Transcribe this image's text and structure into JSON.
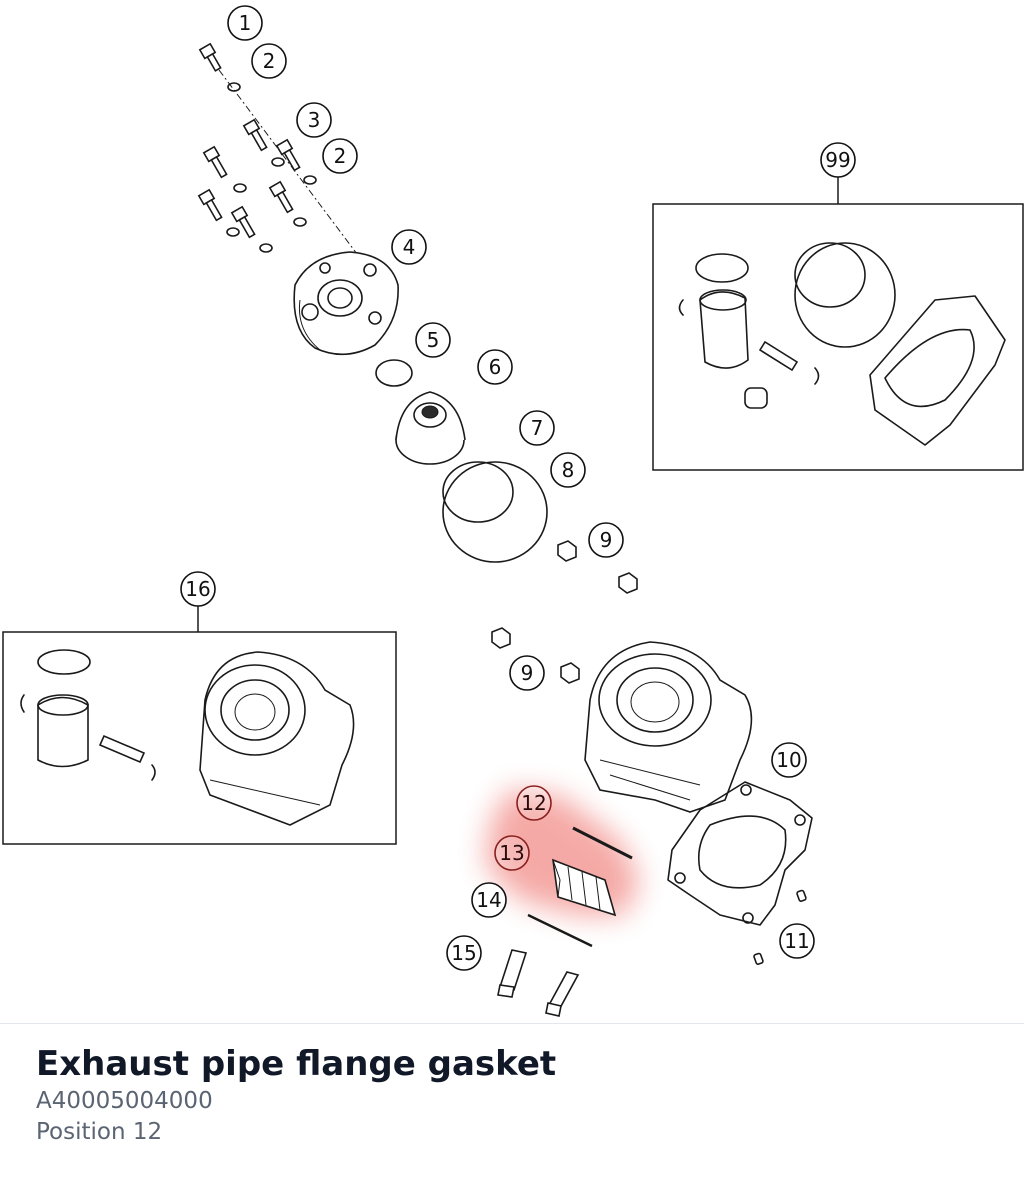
{
  "diagram": {
    "callouts": [
      "1",
      "2",
      "3",
      "2",
      "4",
      "5",
      "6",
      "7",
      "8",
      "9",
      "9",
      "10",
      "11",
      "12",
      "13",
      "14",
      "15",
      "16",
      "99"
    ],
    "highlight_color": "#e8433a"
  },
  "selected_part": {
    "title": "Exhaust pipe flange gasket",
    "part_number": "A40005004000",
    "position": "Position 12"
  }
}
